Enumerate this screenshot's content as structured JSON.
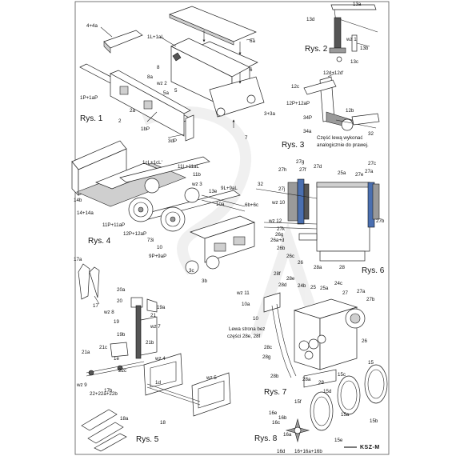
{
  "figures": {
    "rys1": "Rys. 1",
    "rys2": "Rys. 2",
    "rys3": "Rys. 3",
    "rys4": "Rys. 4",
    "rys5": "Rys. 5",
    "rys6": "Rys. 6",
    "rys7": "Rys. 7",
    "rys8": "Rys. 8"
  },
  "notes": {
    "rys3_line1": "Część lewą wykonać",
    "rys3_line2": "analogicznie do prawej.",
    "rys7_line1": "Lewa strona bez",
    "rys7_line2": "części 28e, 28f"
  },
  "labels": {
    "rys1": [
      "4+4a",
      "1L+1aL",
      "6a",
      "8",
      "8a",
      "wz 2",
      "5a",
      "5",
      "6",
      "1P+1aP",
      "2a",
      "2",
      "1bP",
      "3+3a",
      "7",
      "3dP"
    ],
    "rys2": [
      "13d",
      "13a",
      "wz 1",
      "13b",
      "13c"
    ],
    "rys3": [
      "12d+12d'",
      "12c",
      "12P+12aP",
      "12b",
      "34P",
      "34a",
      "32"
    ],
    "rys4": [
      "1cL+1cL'",
      "11L+11aL",
      "11b",
      "wz 3",
      "13e",
      "9L+9aL",
      "14b",
      "14+14a",
      "10a",
      "6b+6c",
      "11P+11aP",
      "12P+12aP",
      "73i",
      "10",
      "9P+9aP",
      "3c",
      "3b"
    ],
    "rys5": [
      "17a",
      "17",
      "20a",
      "20",
      "19a",
      "wz 8",
      "21",
      "19",
      "wz 7",
      "19b",
      "21b",
      "21c",
      "21a",
      "1e",
      "wz 4",
      "22c",
      "wz 9",
      "22+22a+22b",
      "17b",
      "1d",
      "wz 5",
      "18",
      "18a"
    ],
    "rys6": [
      "27g",
      "27h",
      "27f",
      "27d",
      "25a",
      "27c",
      "27e",
      "27a",
      "27j",
      "32",
      "wz 10",
      "wz 12",
      "27k",
      "26g",
      "26a+d",
      "26b",
      "26c",
      "26",
      "27b",
      "28a",
      "28"
    ],
    "rys7": [
      "28f",
      "28e",
      "28d",
      "24b",
      "25",
      "25a",
      "24c",
      "27",
      "27a",
      "27b",
      "wz 11",
      "10a",
      "10",
      "28c",
      "28g",
      "26",
      "28b",
      "28a",
      "28"
    ],
    "rys8": [
      "15",
      "15c",
      "15d",
      "15f",
      "16e",
      "16c",
      "16b",
      "16a",
      "15a",
      "15b",
      "15e",
      "16d",
      "16+16a+16b"
    ]
  },
  "footer": {
    "brand": "KSZ-M"
  }
}
